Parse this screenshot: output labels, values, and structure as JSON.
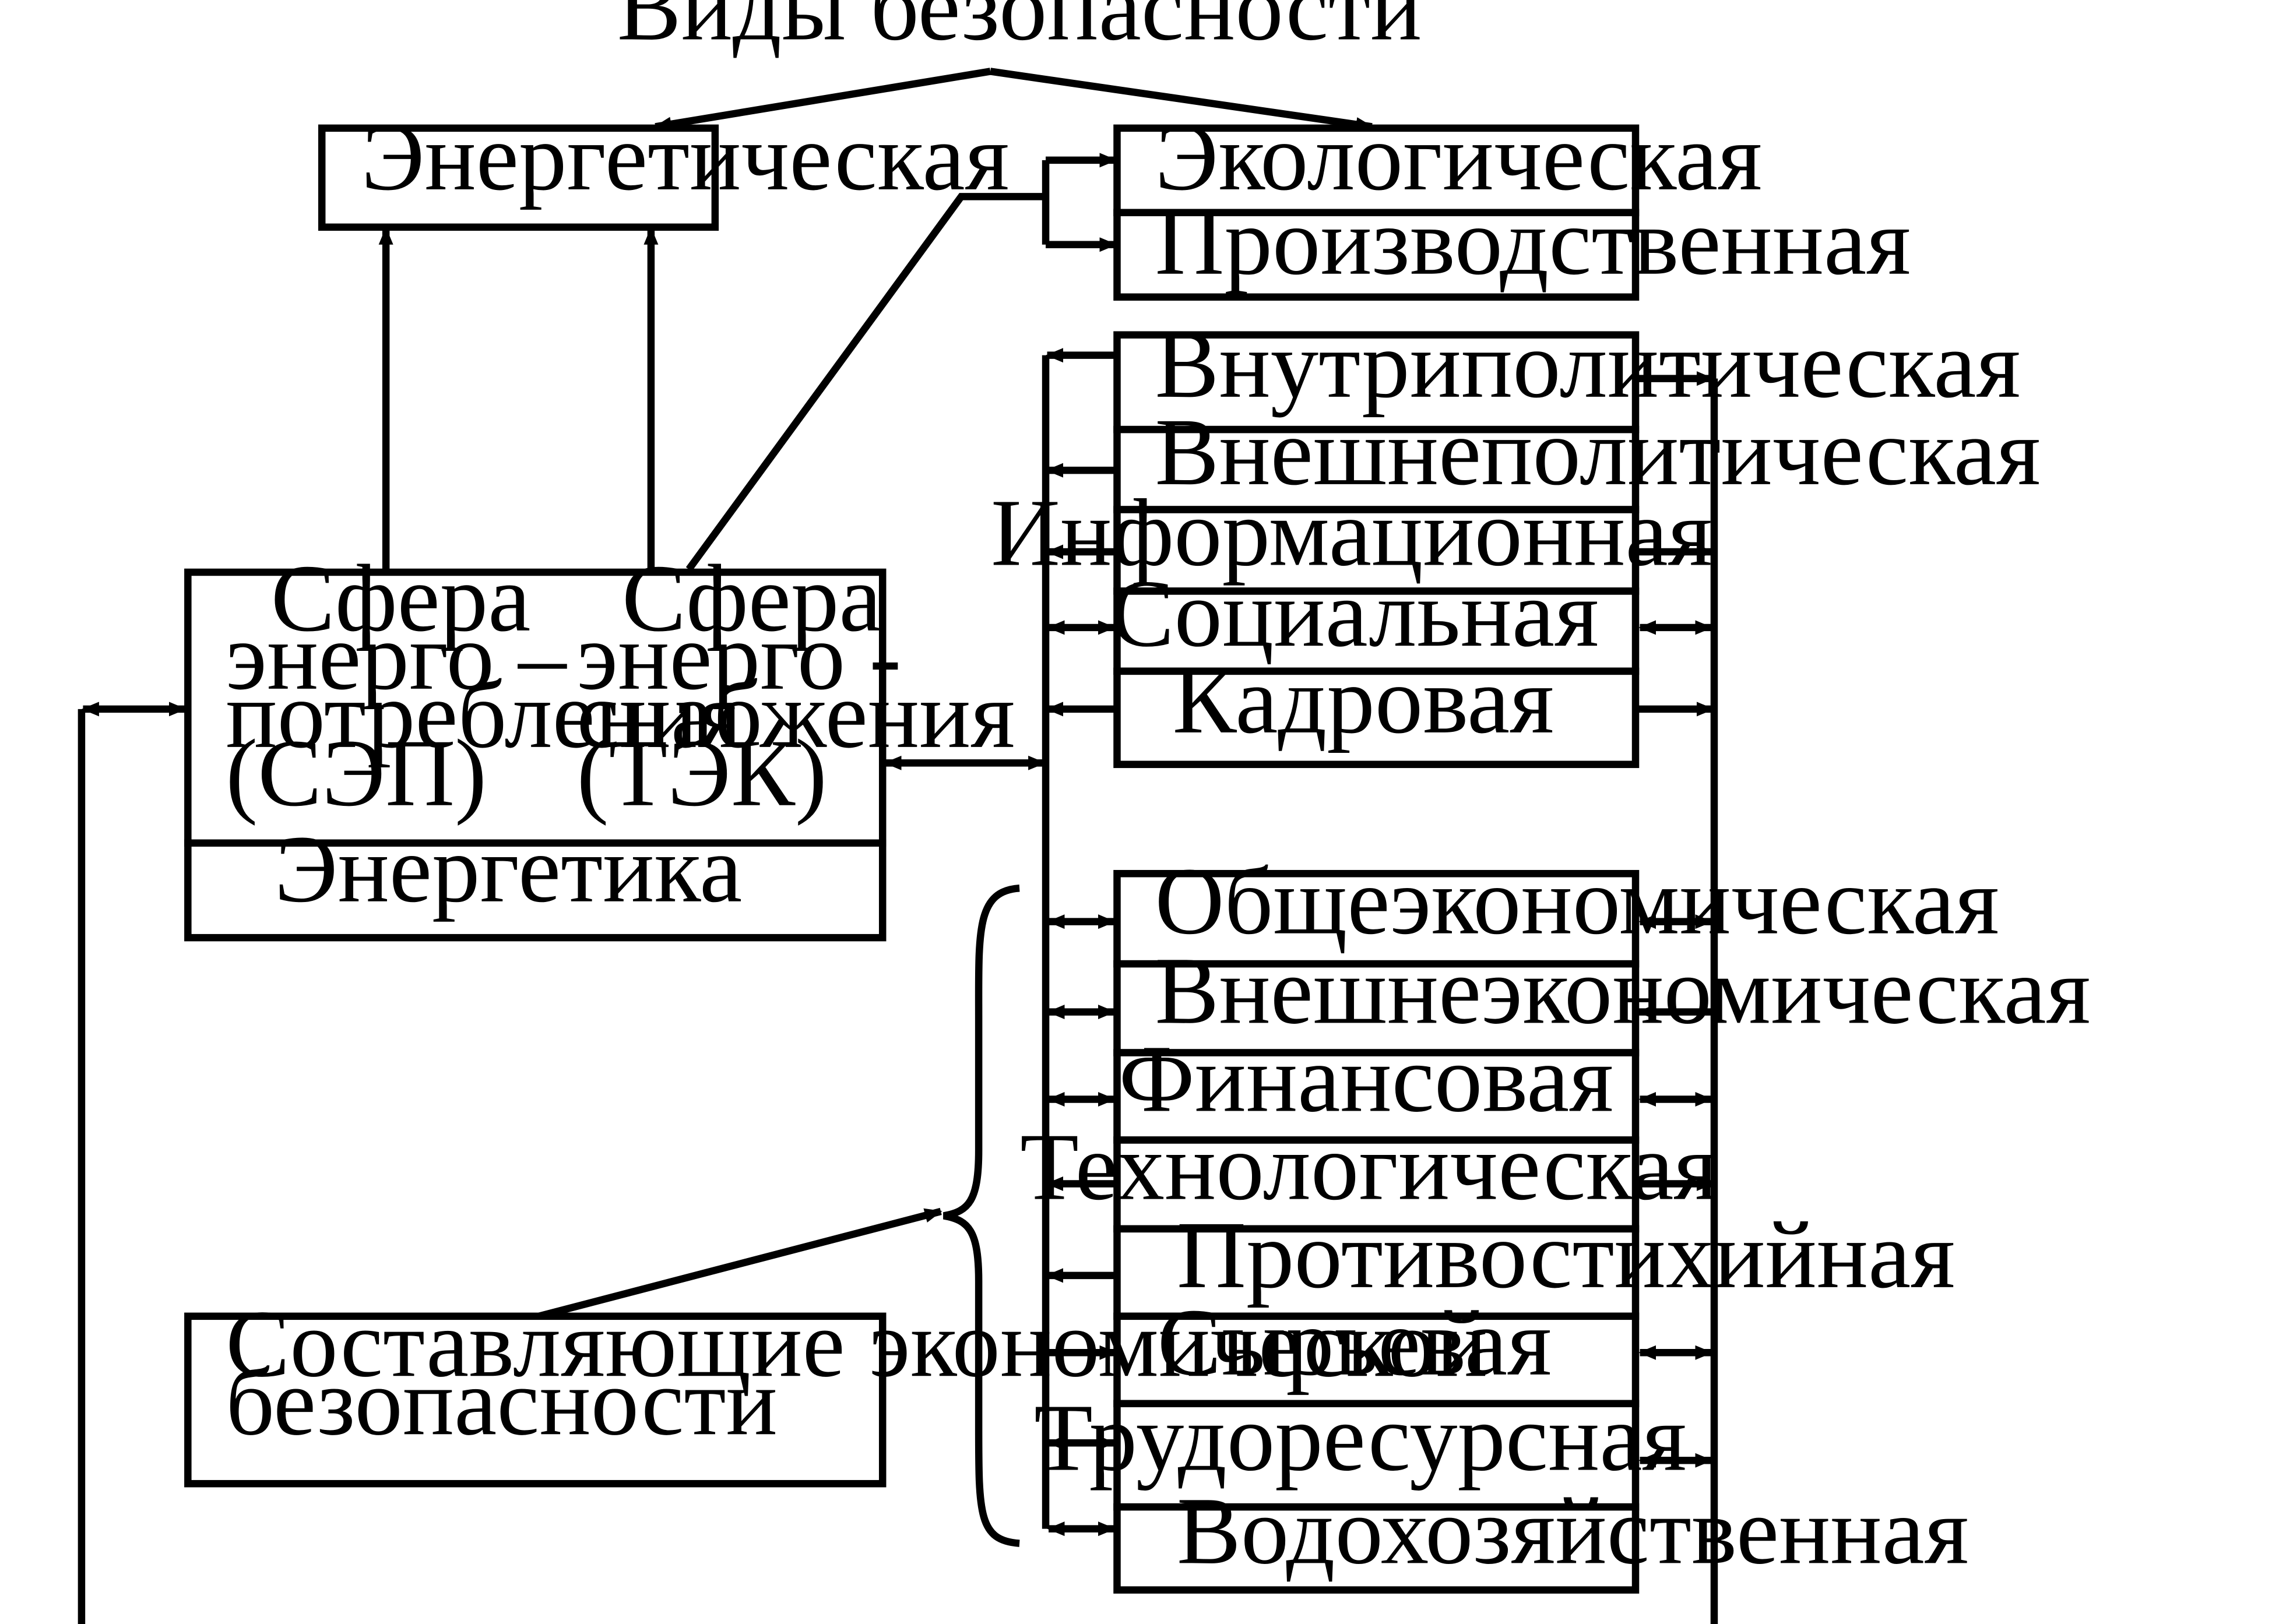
{
  "title": "Виды безопасности",
  "energy_box": "Энергетическая",
  "top_right": {
    "ecological": "Экологическая",
    "industrial": "Производственная"
  },
  "political_group": [
    "Внутриполитическая",
    "Внешнеполитическая",
    "Информационная",
    "Социальная",
    "Кадровая"
  ],
  "economic_group": [
    "Общеэкономическая",
    "Внешнеэкономическая",
    "Финансовая",
    "Технологическая",
    "Противостихийная",
    "Сырьевая",
    "Трудоресурсная",
    "Водохозяйственная"
  ],
  "energetics": {
    "sep_lines": [
      "Сфера",
      "энерго –",
      "потребления",
      "(СЭП)"
    ],
    "tek_lines": [
      "Сфера",
      "энерго -",
      "снабжения",
      "(ТЭК)"
    ],
    "label": "Энергетика"
  },
  "components": {
    "lines": [
      "Составляющие экономической",
      "безопасности"
    ]
  }
}
